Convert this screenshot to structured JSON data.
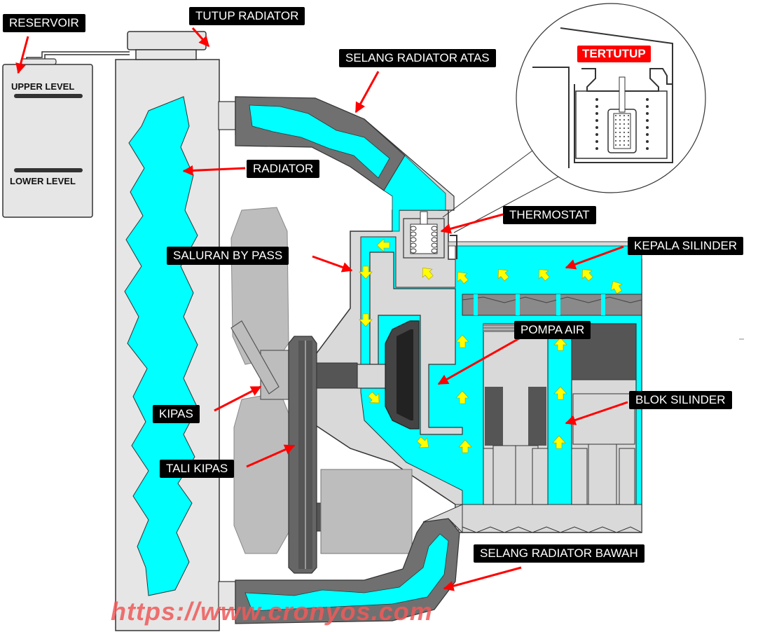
{
  "labels": {
    "reservoir": "RESERVOIR",
    "tutup_radiator": "TUTUP RADIATOR",
    "selang_radiator_atas": "SELANG RADIATOR ATAS",
    "tertutup": "TERTUTUP",
    "radiator": "RADIATOR",
    "thermostat": "THERMOSTAT",
    "saluran_by_pass": "SALURAN BY PASS",
    "kepala_silinder": "KEPALA SILINDER",
    "pompa_air": "POMPA AIR",
    "blok_silinder": "BLOK SILINDER",
    "kipas": "KIPAS",
    "tali_kipas": "TALI KIPAS",
    "selang_radiator_bawah": "SELANG RADIATOR BAWAH"
  },
  "reservoir_levels": {
    "upper": "UPPER LEVEL",
    "lower": "LOWER LEVEL"
  },
  "watermark": "https://www.cronyos.com",
  "colors": {
    "coolant": "#00ffff",
    "metal": "#d9d9d9",
    "hose": "#707070",
    "arrow_label": "#ff0000",
    "flow_arrow": "#ffff00",
    "label_bg": "#000000"
  }
}
